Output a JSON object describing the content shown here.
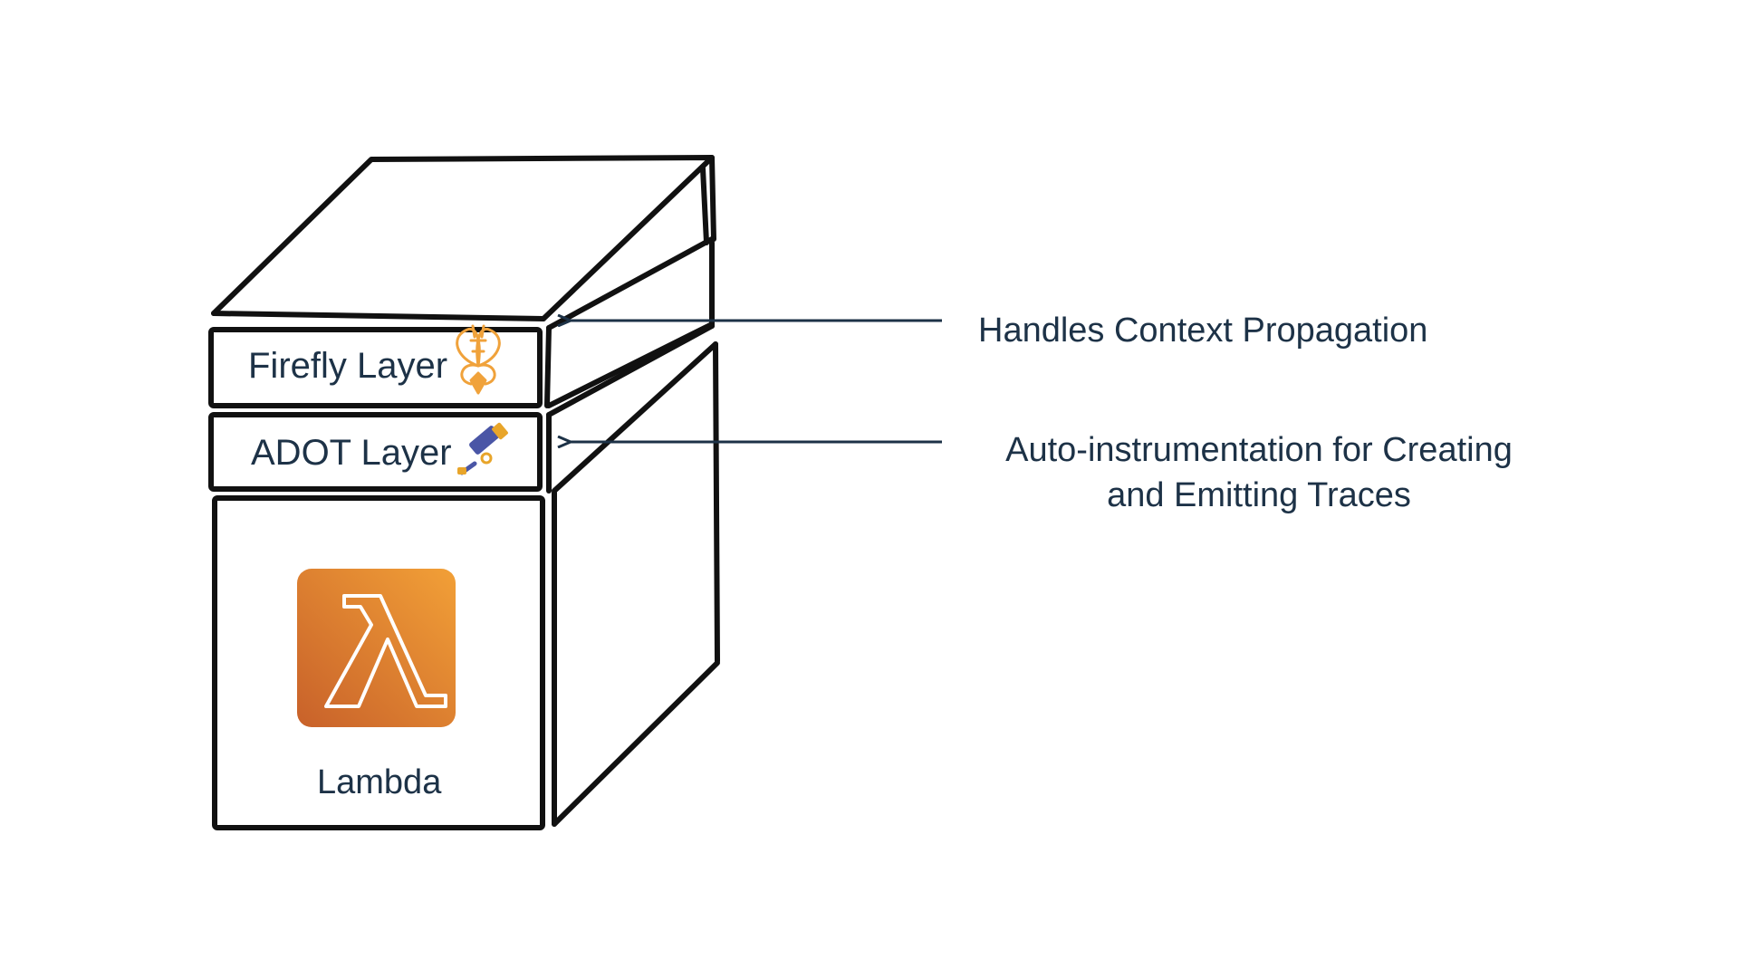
{
  "layers": {
    "firefly": {
      "label": "Firefly Layer",
      "icon": "firefly-icon"
    },
    "adot": {
      "label": "ADOT Layer",
      "icon": "telescope-icon"
    },
    "lambda": {
      "label": "Lambda",
      "icon": "aws-lambda-icon"
    }
  },
  "annotations": {
    "firefly": {
      "line1": "Handles Context Propagation"
    },
    "adot": {
      "line1": "Auto-instrumentation for Creating",
      "line2": "and Emitting Traces"
    }
  },
  "colors": {
    "text": "#1d3247",
    "stroke": "#111111",
    "arrow": "#1d3247",
    "firefly_orange": "#f0a23b",
    "lambda_top": "#f2a037",
    "lambda_bottom": "#c8612a",
    "telescope_blue": "#4a56a6",
    "telescope_gold": "#e8a52a"
  }
}
